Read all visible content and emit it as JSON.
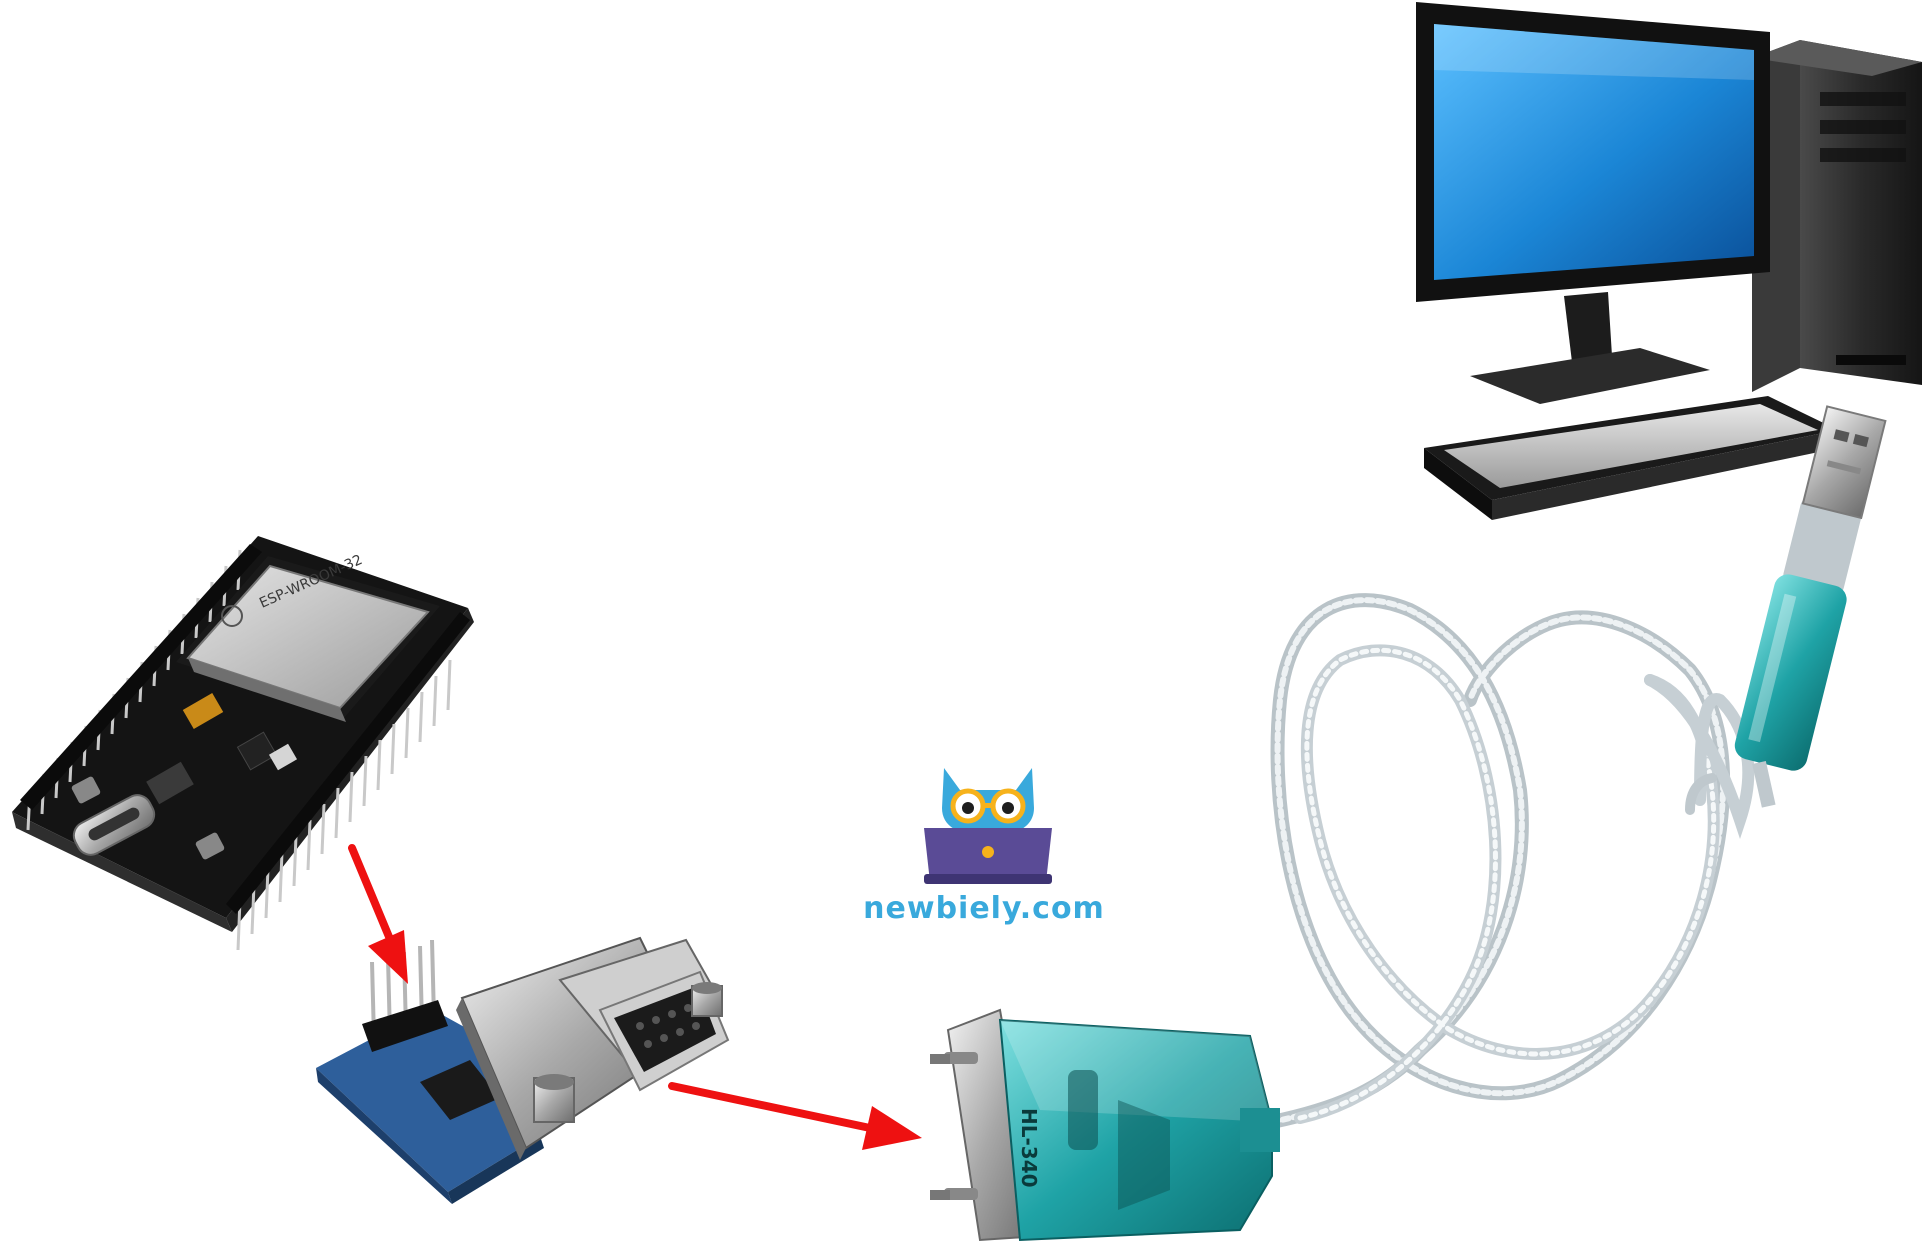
{
  "diagram": {
    "nodes": [
      {
        "id": "esp32",
        "kind": "microcontroller-board",
        "chip_marking": "ESP-WROOM-32"
      },
      {
        "id": "rs232-module",
        "kind": "ttl-to-rs232-module",
        "connector": "DB9 female"
      },
      {
        "id": "usb-serial-cable",
        "kind": "usb-to-rs232-adapter-cable",
        "label": "HL-340"
      },
      {
        "id": "computer",
        "kind": "desktop-pc"
      }
    ],
    "edges": [
      {
        "from": "esp32",
        "to": "rs232-module",
        "style": "red-arrow"
      },
      {
        "from": "rs232-module",
        "to": "usb-serial-cable",
        "style": "red-arrow"
      },
      {
        "from": "usb-serial-cable",
        "to": "computer",
        "style": "cable"
      }
    ],
    "colors": {
      "arrow": "#ee1111",
      "logo_blue": "#39a9dc",
      "logo_yellow": "#f6b21b",
      "logo_laptop": "#5a4b96",
      "monitor_screen": "#1b86d6",
      "cable_teal": "#1fa3a6",
      "board_black": "#1c1c1c",
      "module_blue": "#2e5f9b"
    }
  },
  "watermark": {
    "text": "newbiely.com"
  },
  "labels": {
    "chip_marking": "ESP-WROOM-32",
    "adapter_marking": "HL-340"
  }
}
